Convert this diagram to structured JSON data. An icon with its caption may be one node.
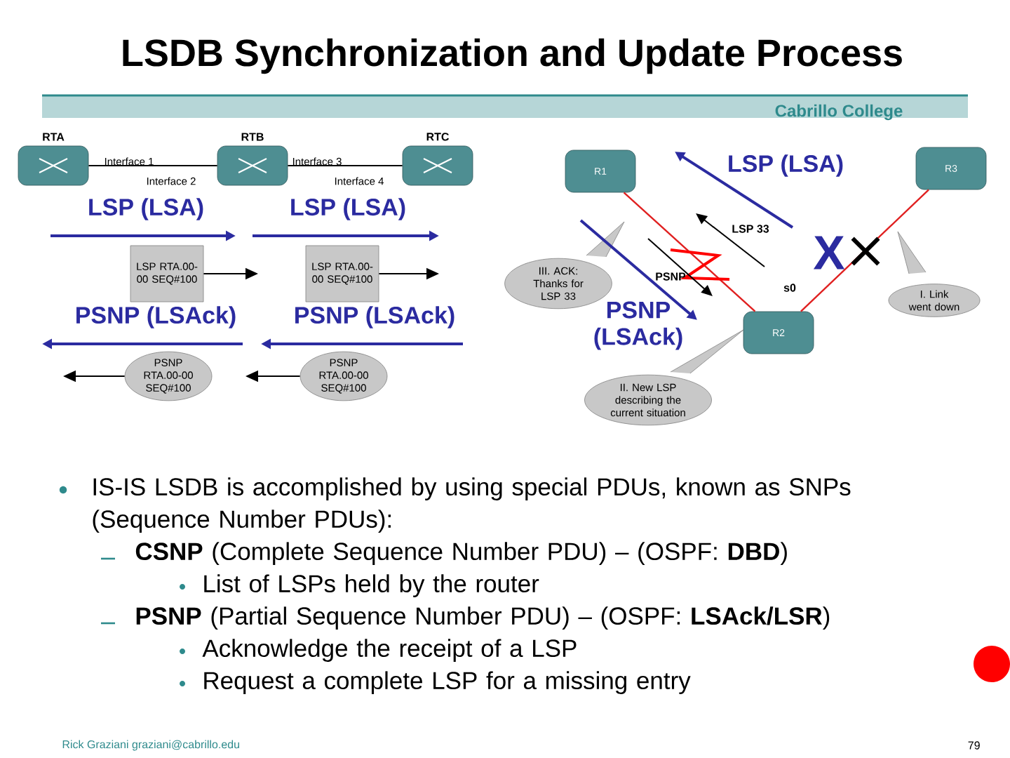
{
  "diagram": {
    "title": "LSDB Synchronization and Update Process",
    "nodes": [
      {
        "text": [
          "RTA"
        ]
      },
      {
        "text": [
          "RTB"
        ]
      },
      {
        "text": [
          "RTC"
        ]
      },
      {
        "text": [
          "LSP RTA.00-00 SEQ#100"
        ]
      },
      {
        "text": [
          "LSP RTA.00-00 SEQ#100"
        ]
      },
      {
        "text": [
          "PSNP RTA.00-00 SEQ#100"
        ]
      },
      {
        "text": [
          "PSNP RTA.00-00 SEQ#100"
        ]
      },
      {
        "text": [
          "R1"
        ]
      },
      {
        "text": [
          "R2"
        ]
      },
      {
        "text": [
          "R3"
        ]
      },
      {
        "text": [
          "III. ACK: Thanks for LSP 33"
        ]
      },
      {
        "text": [
          "I. Link went down"
        ]
      },
      {
        "text": [
          "II. New LSP describing the current situation"
        ]
      }
    ],
    "edges": [
      {
        "from": 0,
        "to": 1,
        "arrow": "none"
      },
      {
        "from": 1,
        "to": 2,
        "arrow": "none"
      },
      {
        "from": 3,
        "to": null,
        "arrow": "to"
      },
      {
        "from": 4,
        "to": null,
        "arrow": "to"
      },
      {
        "from": 5,
        "to": null,
        "arrow": "to"
      },
      {
        "from": 6,
        "to": null,
        "arrow": "to"
      },
      {
        "from": 7,
        "to": 8,
        "arrow": "none",
        "color": "#e02020"
      },
      {
        "from": 8,
        "to": 9,
        "arrow": "none",
        "color": "#e02020"
      }
    ],
    "labels": [
      "Cabrillo College",
      "Interface 1",
      "Interface 2",
      "Interface 3",
      "Interface 4",
      "LSP (LSA)",
      "LSP (LSA)",
      "PSNP (LSAck)",
      "PSNP (LSAck)",
      "LSP (LSA)",
      "LSP 33",
      "PSNP",
      "PSNP (LSAck)",
      "s0",
      "X",
      "IS-IS LSDB is accomplished by using special PDUs, known as SNPs (Sequence Number PDUs):",
      "**CSNP** (Complete Sequence Number PDU) – (OSPF: **DBD**)",
      "List of LSPs held by the router",
      "**PSNP** (Partial Sequence Number PDU) – (OSPF: **LSAck/LSR**)",
      "Acknowledge the receipt of a LSP",
      "Request a complete LSP for a missing entry",
      "Rick Graziani graziani@cabrillo.edu",
      "79"
    ]
  }
}
